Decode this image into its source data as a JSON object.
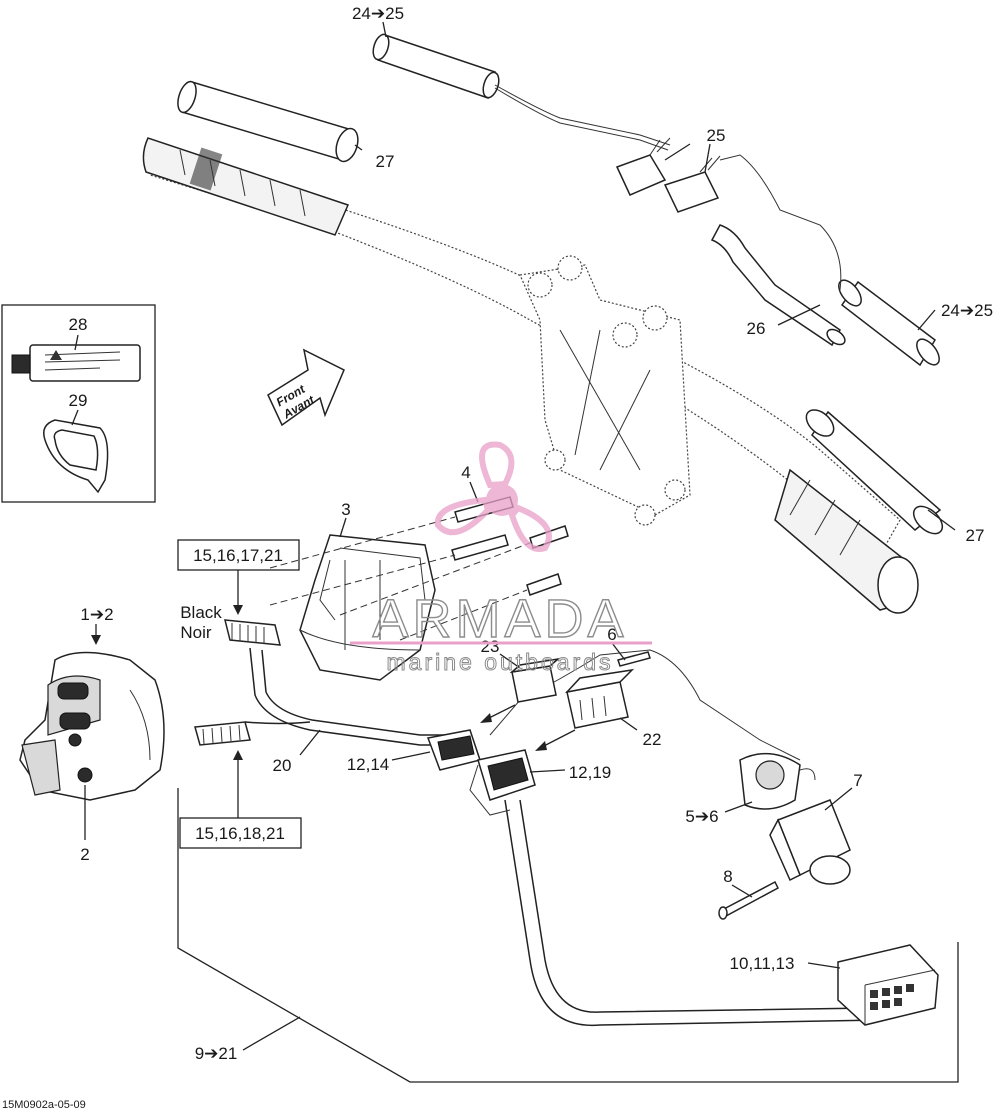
{
  "diagram_code": "15M0902a-05-09",
  "watermark": {
    "brand": "ARMADA",
    "tagline": "marine outboards",
    "accent_color": "#e8a0c8"
  },
  "front_arrow": {
    "line1": "Front",
    "line2": "Avant"
  },
  "black_tag": {
    "line1": "Black",
    "line2": "Noir"
  },
  "callouts": {
    "p24_25_top": "24➔25",
    "p24_25_right": "24➔25",
    "p25": "25",
    "p27_top": "27",
    "p27_right": "27",
    "p26": "26",
    "p28": "28",
    "p29": "29",
    "p4": "4",
    "p3": "3",
    "p1_2": "1➔2",
    "p2": "2",
    "p23": "23",
    "p6": "6",
    "p22": "22",
    "p12_14": "12,14",
    "p12_19": "12,19",
    "p20": "20",
    "p5_6": "5➔6",
    "p7": "7",
    "p8": "8",
    "p10_11_13": "10,11,13",
    "p9_21": "9➔21"
  },
  "boxes": {
    "top_box": "15,16,17,21",
    "bottom_box": "15,16,18,21"
  }
}
